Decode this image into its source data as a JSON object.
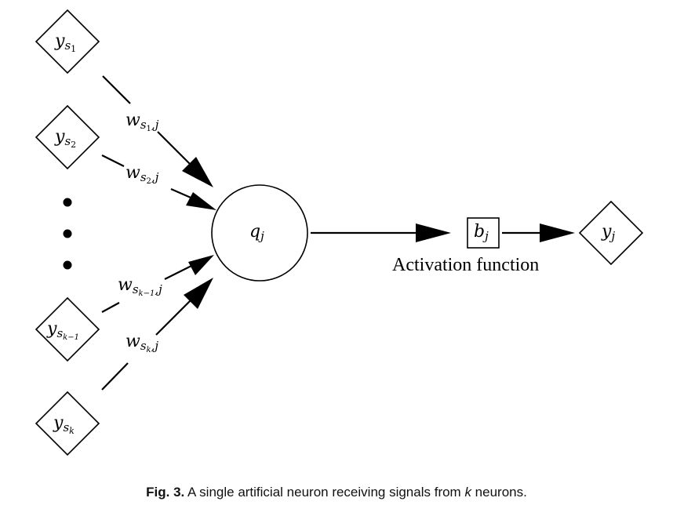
{
  "inputs": [
    {
      "base": "y",
      "sub": "s",
      "subsub": "1"
    },
    {
      "base": "y",
      "sub": "s",
      "subsub": "2"
    },
    {
      "base": "y",
      "sub": "s",
      "subsub": "k−1"
    },
    {
      "base": "y",
      "sub": "s",
      "subsub": "k"
    }
  ],
  "weights": [
    {
      "base": "w",
      "sub": "s",
      "subsub": "1",
      "tail": ",j"
    },
    {
      "base": "w",
      "sub": "s",
      "subsub": "2",
      "tail": ",j"
    },
    {
      "base": "w",
      "sub": "s",
      "subsub": "k−1",
      "tail": ",j"
    },
    {
      "base": "w",
      "sub": "s",
      "subsub": "k",
      "tail": ",j"
    }
  ],
  "neuron": {
    "base": "q",
    "sub": "j"
  },
  "bias": {
    "base": "b",
    "sub": "j"
  },
  "output": {
    "base": "y",
    "sub": "j"
  },
  "activation_label": "Activation function",
  "caption": {
    "label": "Fig. 3.",
    "text_before": " A single artificial neuron receiving signals from ",
    "variable": "k",
    "text_after": " neurons."
  }
}
